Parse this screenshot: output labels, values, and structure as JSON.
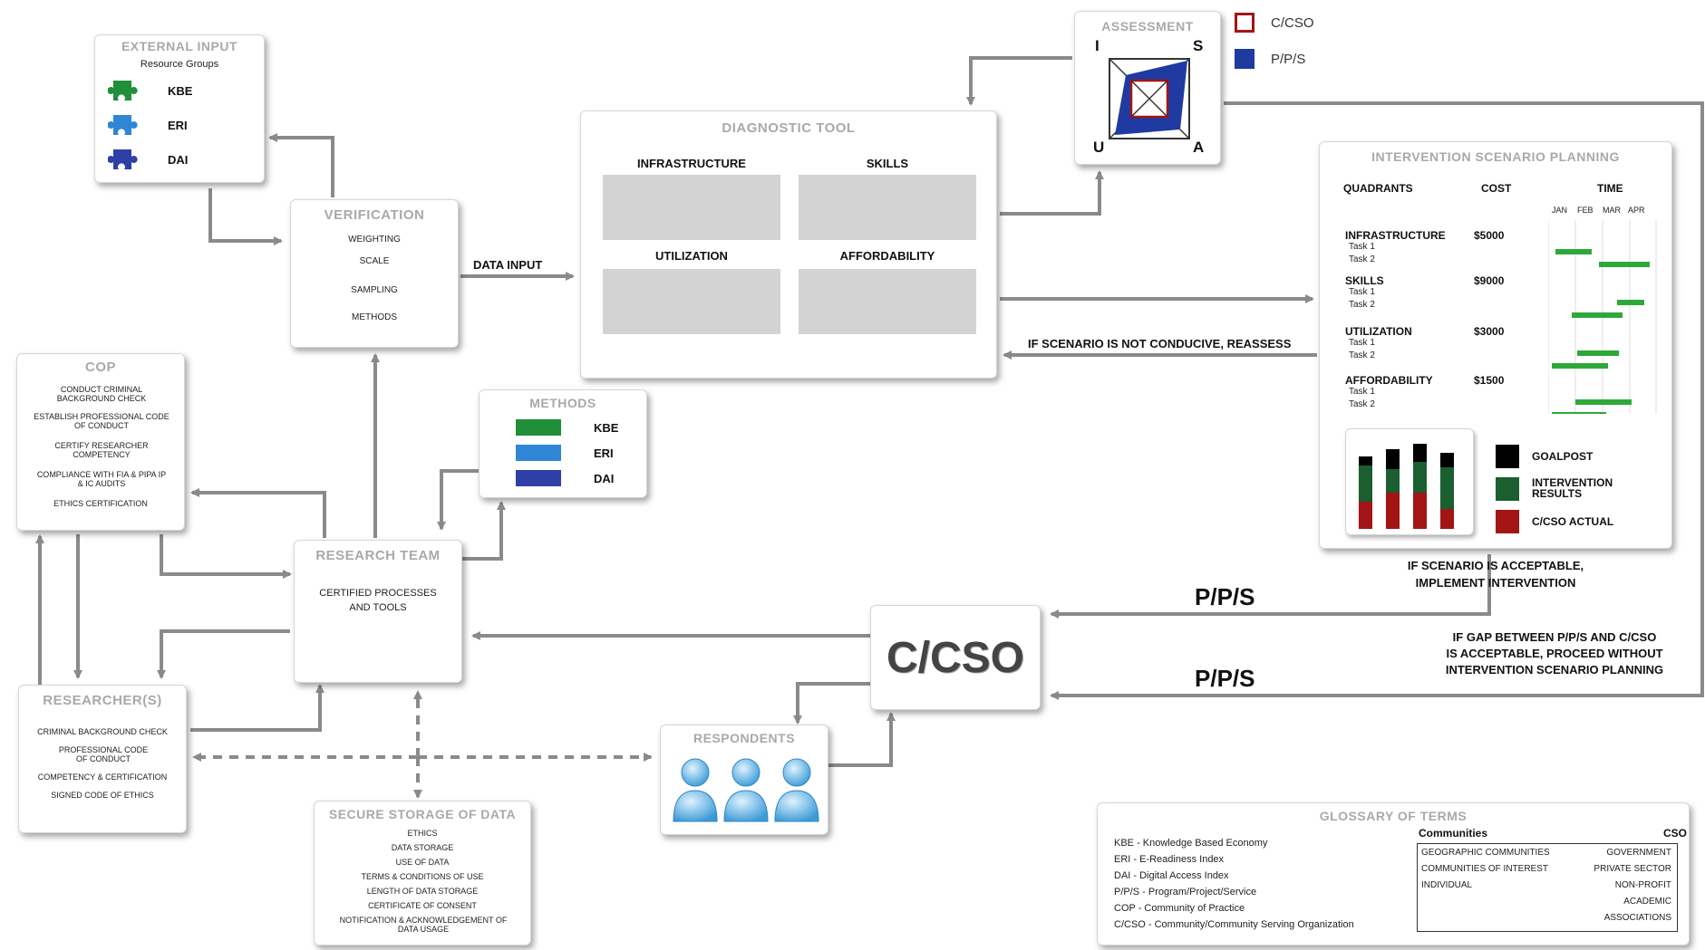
{
  "colors": {
    "kbe": "#1f8f3a",
    "eri": "#2f86d6",
    "dai": "#2f3fa8",
    "goalpost": "#000000",
    "intervention": "#1b5e2f",
    "ccso": "#a31414",
    "pps": "#1f3aa0",
    "gantt": "#2fa83a",
    "arrow": "#8a8a8a"
  },
  "external_input": {
    "title": "EXTERNAL INPUT",
    "subtitle": "Resource Groups",
    "items": [
      {
        "label": "KBE",
        "icon": "puzzle-icon"
      },
      {
        "label": "ERI",
        "icon": "puzzle-icon"
      },
      {
        "label": "DAI",
        "icon": "puzzle-icon"
      }
    ]
  },
  "verification": {
    "title": "VERIFICATION",
    "items": [
      "WEIGHTING",
      "SCALE",
      "SAMPLING",
      "METHODS"
    ]
  },
  "data_input": "DATA INPUT",
  "diagnostic": {
    "title": "DIAGNOSTIC TOOL",
    "quadrants": [
      "INFRASTRUCTURE",
      "SKILLS",
      "UTILIZATION",
      "AFFORDABILITY"
    ]
  },
  "assessment": {
    "title": "ASSESSMENT",
    "corners": [
      "I",
      "S",
      "U",
      "A"
    ]
  },
  "assessment_legend": [
    {
      "label": "C/CSO"
    },
    {
      "label": "P/P/S"
    }
  ],
  "isp": {
    "title": "INTERVENTION SCENARIO PLANNING",
    "headers": {
      "quadrants": "QUADRANTS",
      "cost": "COST",
      "time": "TIME"
    },
    "months": [
      "JAN",
      "FEB",
      "MAR",
      "APR"
    ],
    "rows": [
      {
        "name": "INFRASTRUCTURE",
        "cost": "$5000",
        "tasks": [
          "Task 1",
          "Task 2"
        ]
      },
      {
        "name": "SKILLS",
        "cost": "$9000",
        "tasks": [
          "Task 1",
          "Task 2"
        ]
      },
      {
        "name": "UTILIZATION",
        "cost": "$3000",
        "tasks": [
          "Task 1",
          "Task 2"
        ]
      },
      {
        "name": "AFFORDABILITY",
        "cost": "$1500",
        "tasks": [
          "Task 1",
          "Task 2"
        ]
      }
    ],
    "legend": [
      "GOALPOST",
      "INTERVENTION RESULTS",
      "C/CSO ACTUAL"
    ]
  },
  "reassess_label": "IF SCENARIO IS NOT CONDUCIVE, REASSESS",
  "acceptable_label_1": "IF SCENARIO IS ACCEPTABLE,",
  "acceptable_label_2": "IMPLEMENT INTERVENTION",
  "gap_label": [
    "IF GAP BETWEEN P/P/S AND C/CSO",
    "IS ACCEPTABLE, PROCEED WITHOUT",
    "INTERVENTION SCENARIO PLANNING"
  ],
  "pps_top": "P/P/S",
  "pps_bottom": "P/P/S",
  "ccso_center": "C/CSO",
  "cop": {
    "title": "COP",
    "items": [
      "CONDUCT CRIMINAL BACKGROUND CHECK",
      "ESTABLISH PROFESSIONAL CODE OF CONDUCT",
      "CERTIFY RESEARCHER COMPETENCY",
      "COMPLIANCE WITH FIA & PIPA IP & IC AUDITS",
      "ETHICS CERTIFICATION"
    ]
  },
  "methods": {
    "title": "METHODS",
    "items": [
      "KBE",
      "ERI",
      "DAI"
    ]
  },
  "research_team": {
    "title": "RESEARCH TEAM",
    "body": [
      "CERTIFIED PROCESSES",
      "AND TOOLS"
    ]
  },
  "researchers": {
    "title": "RESEARCHER(S)",
    "items": [
      "CRIMINAL BACKGROUND CHECK",
      "PROFESSIONAL CODE OF CONDUCT",
      "COMPETENCY & CERTIFICATION",
      "SIGNED CODE OF ETHICS"
    ]
  },
  "secure_storage": {
    "title": "SECURE STORAGE OF DATA",
    "items": [
      "ETHICS",
      "DATA STORAGE",
      "USE OF DATA",
      "TERMS & CONDITIONS OF USE",
      "LENGTH OF DATA STORAGE",
      "CERTIFICATE OF CONSENT",
      "NOTIFICATION & ACKNOWLEDGEMENT OF DATA USAGE"
    ]
  },
  "respondents": {
    "title": "RESPONDENTS",
    "icon": "people-icon"
  },
  "glossary": {
    "title": "GLOSSARY OF TERMS",
    "terms": [
      "KBE - Knowledge Based Economy",
      "ERI - E-Readiness Index",
      "DAI - Digital Access Index",
      "P/P/S - Program/Project/Service",
      "COP - Community of Practice",
      "C/CSO - Community/Community Serving Organization"
    ],
    "communities_header": "Communities",
    "cso_header": "CSO",
    "communities": [
      "GEOGRAPHIC COMMUNITIES",
      "COMMUNITIES OF INTEREST",
      "INDIVIDUAL"
    ],
    "cso": [
      "GOVERNMENT",
      "PRIVATE SECTOR",
      "NON-PROFIT",
      "ACADEMIC",
      "ASSOCIATIONS"
    ]
  }
}
